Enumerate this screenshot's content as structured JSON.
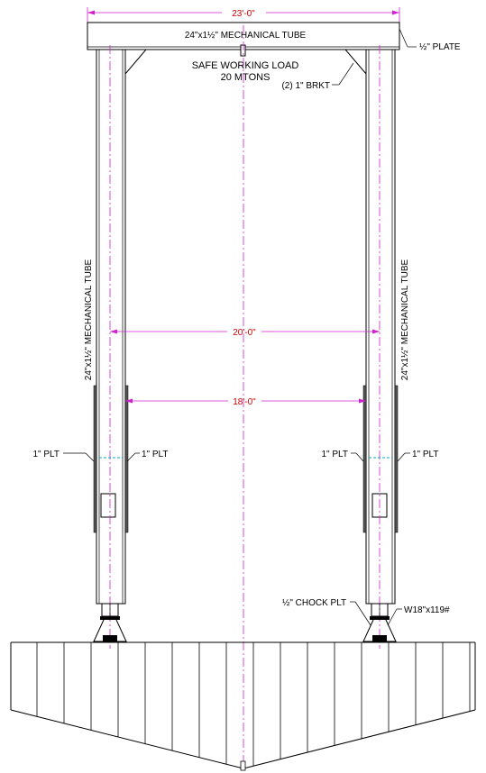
{
  "dimensions": {
    "overall_width": "23'-0\"",
    "column_centers": "20'-0\"",
    "inner_clear": "18'-0\""
  },
  "labels": {
    "beam": "24\"x1½\" MECHANICAL TUBE",
    "plate_top": "½\" PLATE",
    "safe_load_line1": "SAFE WORKING LOAD",
    "safe_load_line2": "20 MTONS",
    "bracket": "(2) 1\" BRKT",
    "column_left": "24\"x1½\" MECHANICAL TUBE",
    "column_right": "24\"x1½\" MECHANICAL TUBE",
    "plt_left_outer": "1\" PLT",
    "plt_left_inner": "1\" PLT",
    "plt_right_inner": "1\" PLT",
    "plt_right_outer": "1\" PLT",
    "chock_plt": "½\" CHOCK PLT",
    "wf_beam": "W18\"x119#"
  },
  "colors": {
    "dimension_text": "#cc0000",
    "centerline": "#d020d0",
    "object_line": "#000000"
  }
}
